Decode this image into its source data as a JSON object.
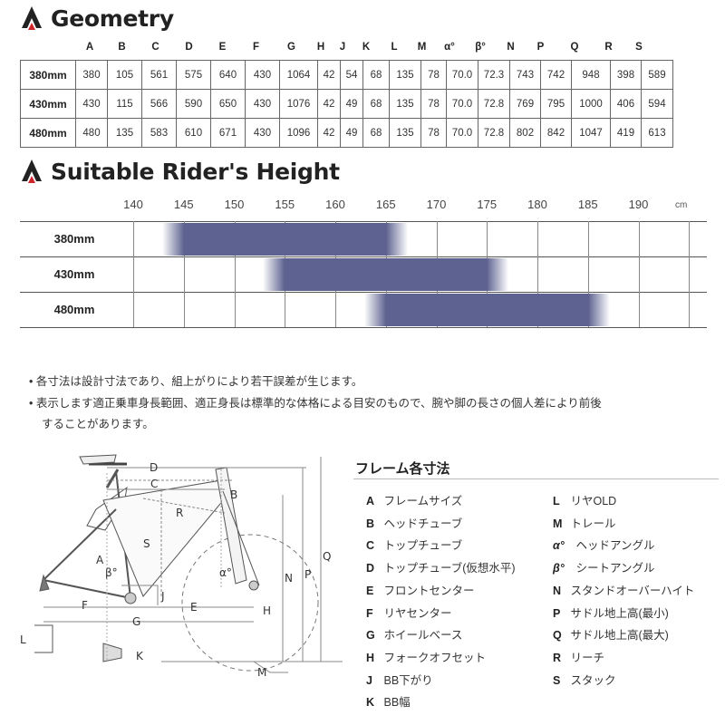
{
  "geometry": {
    "title": "Geometry",
    "columns": [
      "A",
      "B",
      "C",
      "D",
      "E",
      "F",
      "G",
      "H",
      "J",
      "K",
      "L",
      "M",
      "α°",
      "β°",
      "N",
      "P",
      "Q",
      "R",
      "S"
    ],
    "rows": [
      {
        "size": "380mm",
        "values": [
          "380",
          "105",
          "561",
          "575",
          "640",
          "430",
          "1064",
          "42",
          "54",
          "68",
          "135",
          "78",
          "70.0",
          "72.3",
          "743",
          "742",
          "948",
          "398",
          "589"
        ]
      },
      {
        "size": "430mm",
        "values": [
          "430",
          "115",
          "566",
          "590",
          "650",
          "430",
          "1076",
          "42",
          "49",
          "68",
          "135",
          "78",
          "70.0",
          "72.8",
          "769",
          "795",
          "1000",
          "406",
          "594"
        ]
      },
      {
        "size": "480mm",
        "values": [
          "480",
          "135",
          "583",
          "610",
          "671",
          "430",
          "1096",
          "42",
          "49",
          "68",
          "135",
          "78",
          "70.0",
          "72.8",
          "802",
          "842",
          "1047",
          "419",
          "613"
        ]
      }
    ]
  },
  "rider_height": {
    "title": "Suitable Rider's Height",
    "ticks": [
      "140",
      "145",
      "150",
      "155",
      "160",
      "165",
      "170",
      "175",
      "180",
      "185",
      "190"
    ],
    "unit": "cm",
    "rows": [
      {
        "size": "380mm",
        "from": 145,
        "to": 165
      },
      {
        "size": "430mm",
        "from": 155,
        "to": 175
      },
      {
        "size": "480mm",
        "from": 165,
        "to": 185
      }
    ],
    "bar_color": "#5d6290"
  },
  "notes": [
    "各寸法は設計寸法であり、組上がりにより若干誤差が生じます。",
    "表示します適正乗車身長範囲、適正身長は標準的な体格による目安のもので、腕や脚の長さの個人差により前後",
    "することがあります。"
  ],
  "frame": {
    "title": "フレーム各寸法",
    "left_items": [
      {
        "key": "A",
        "label": "フレームサイズ"
      },
      {
        "key": "B",
        "label": "ヘッドチューブ"
      },
      {
        "key": "C",
        "label": "トップチューブ"
      },
      {
        "key": "D",
        "label": "トップチューブ(仮想水平)"
      },
      {
        "key": "E",
        "label": "フロントセンター"
      },
      {
        "key": "F",
        "label": "リヤセンター"
      },
      {
        "key": "G",
        "label": "ホイールベース"
      },
      {
        "key": "H",
        "label": "フォークオフセット"
      },
      {
        "key": "J",
        "label": "BB下がり"
      },
      {
        "key": "K",
        "label": "BB幅"
      }
    ],
    "right_items": [
      {
        "key": "L",
        "label": "リヤOLD"
      },
      {
        "key": "M",
        "label": "トレール"
      },
      {
        "key": "α°",
        "label": "ヘッドアングル"
      },
      {
        "key": "β°",
        "label": "シートアングル"
      },
      {
        "key": "N",
        "label": "スタンドオーバーハイト"
      },
      {
        "key": "P",
        "label": "サドル地上高(最小)"
      },
      {
        "key": "Q",
        "label": "サドル地上高(最大)"
      },
      {
        "key": "R",
        "label": "リーチ"
      },
      {
        "key": "S",
        "label": "スタック"
      }
    ]
  },
  "diagram_labels": {
    "a": "A",
    "b": "B",
    "c": "C",
    "d": "D",
    "e": "E",
    "f": "F",
    "g": "G",
    "h": "H",
    "j": "J",
    "k": "K",
    "l": "L",
    "m": "M",
    "n": "N",
    "p": "P",
    "q": "Q",
    "r": "R",
    "s": "S",
    "alpha": "α°",
    "beta": "β°"
  }
}
